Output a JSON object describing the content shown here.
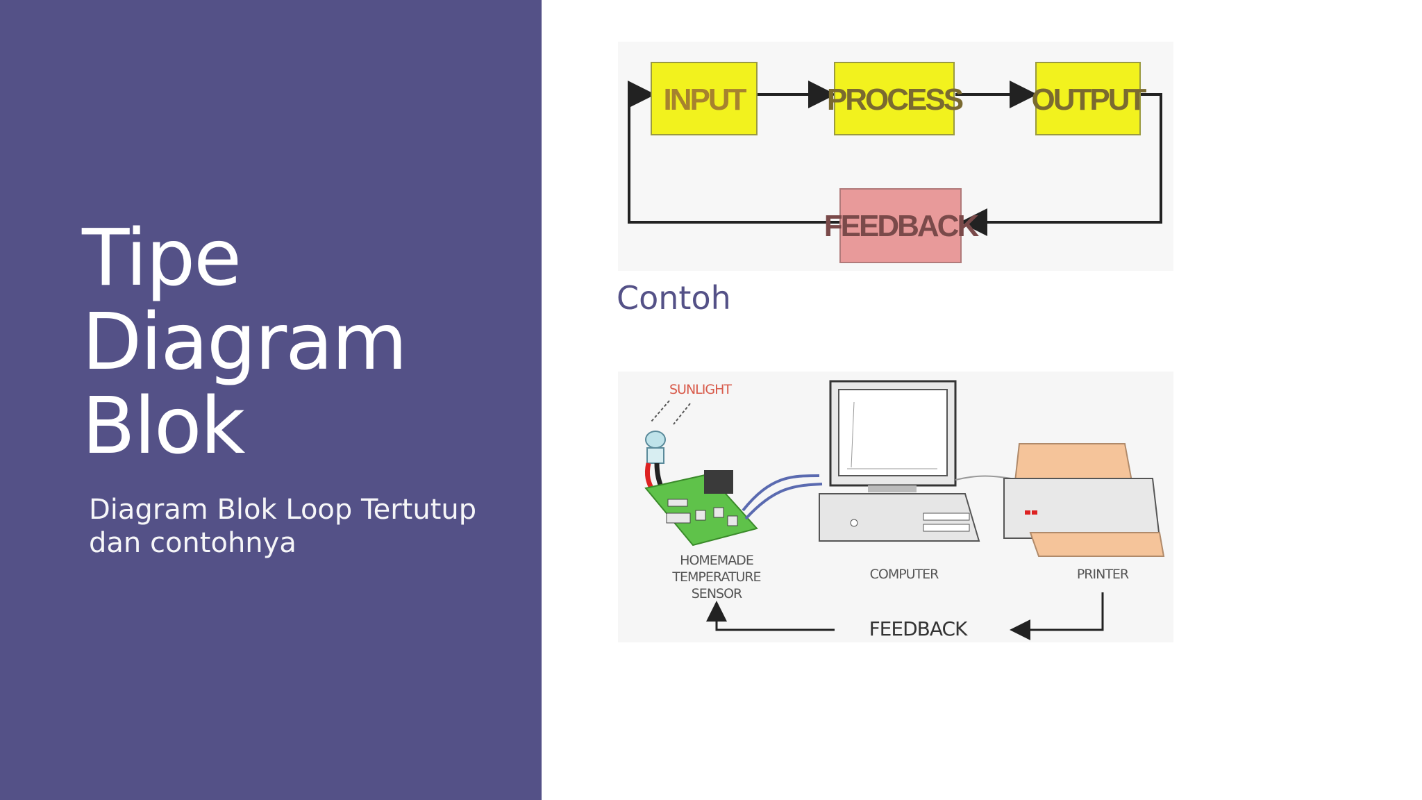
{
  "slide": {
    "title_lines": [
      "Tipe",
      "Diagram",
      "Blok"
    ],
    "subtitle": "Diagram Blok Loop Tertutup dan contohnya",
    "example_label": "Contoh"
  },
  "block_diagram": {
    "input": "INPUT",
    "process": "PROCESS",
    "output": "OUTPUT",
    "feedback": "FEEDBACK"
  },
  "example_figure": {
    "sunlight": "SUNLIGHT",
    "sensor_lines": [
      "HOMEMADE",
      "TEMPERATURE",
      "SENSOR"
    ],
    "computer": "COMPUTER",
    "printer": "PRINTER",
    "feedback": "FEEDBACK"
  },
  "colors": {
    "panel": "#545187",
    "block_yellow": "#f2f21e",
    "block_red": "#e89a9a",
    "text_block": "#9a7a2a"
  }
}
